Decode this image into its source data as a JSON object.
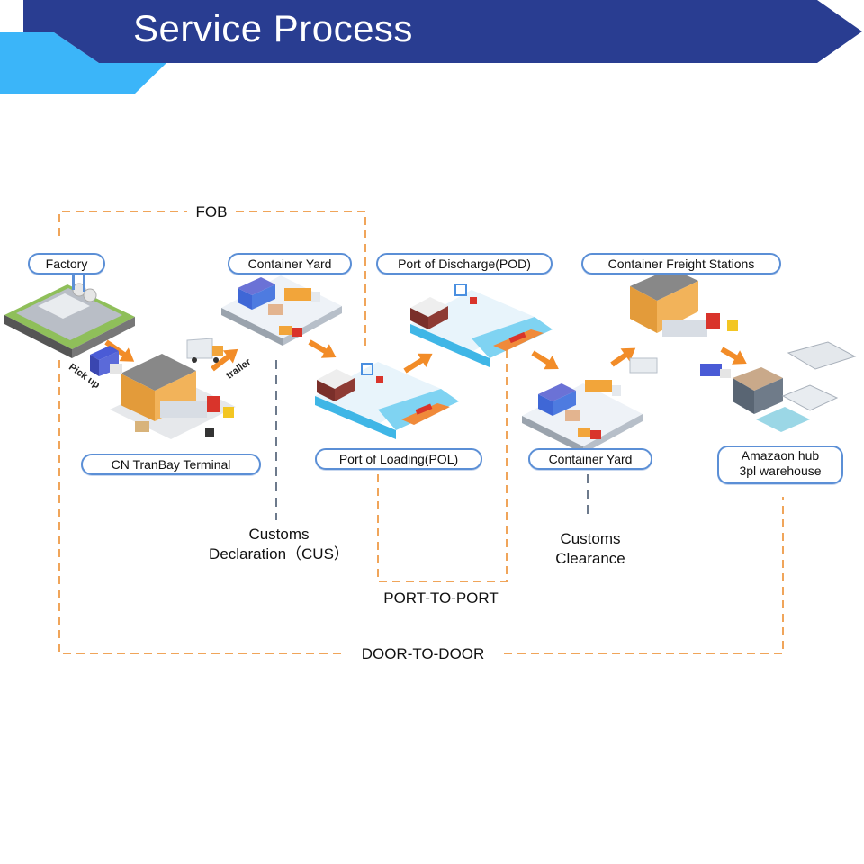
{
  "header": {
    "title": "Service Process",
    "colors": {
      "banner_dark": "#293d91",
      "banner_light": "#3bb5f9"
    }
  },
  "scopes": {
    "fob": "FOB",
    "port_to_port": "PORT-TO-PORT",
    "door_to_door": "DOOR-TO-DOOR",
    "line_color": "#f0a55a"
  },
  "stages": [
    {
      "id": "factory",
      "label": "Factory",
      "icon": "factory-icon"
    },
    {
      "id": "cn-terminal",
      "label": "CN TranBay Terminal",
      "icon": "warehouse-icon"
    },
    {
      "id": "container-yard-origin",
      "label": "Container Yard",
      "icon": "container-yard-icon"
    },
    {
      "id": "pol",
      "label": "Port of Loading(POL)",
      "icon": "port-icon"
    },
    {
      "id": "pod",
      "label": "Port of Discharge(POD)",
      "icon": "port-icon"
    },
    {
      "id": "container-yard-dest",
      "label": "Container Yard",
      "icon": "container-yard-icon"
    },
    {
      "id": "cfs",
      "label": "Container Freight Stations",
      "icon": "warehouse-icon"
    },
    {
      "id": "amazon",
      "label_line1": "Amazaon hub",
      "label_line2": "3pl warehouse",
      "icon": "amazon-hub-icon"
    }
  ],
  "transport_labels": {
    "pick_up": "Pick up",
    "trailer": "traller"
  },
  "customs": {
    "declaration_line1": "Customs",
    "declaration_line2": "Declaration（CUS）",
    "clearance_line1": "Customs",
    "clearance_line2": "Clearance"
  }
}
